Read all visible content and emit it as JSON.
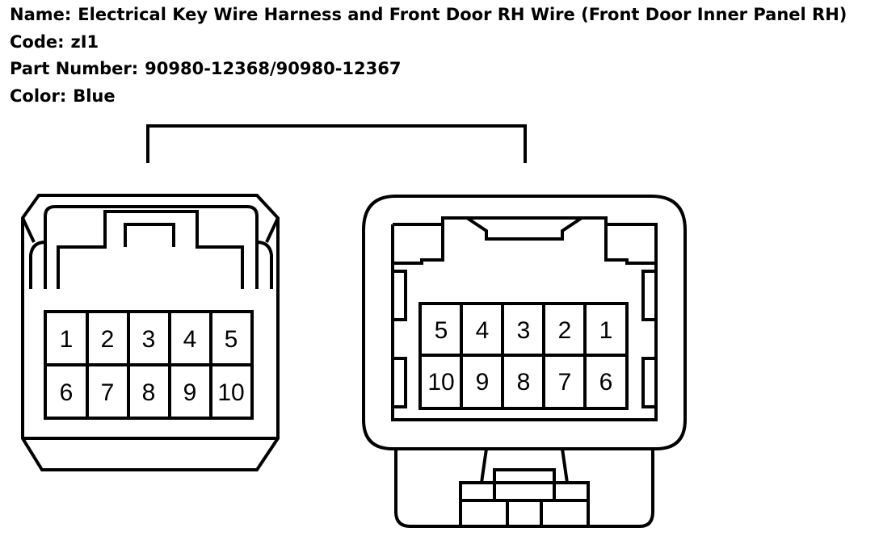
{
  "header": {
    "name_label": "Name:",
    "name_value": "Electrical Key Wire Harness and Front Door RH Wire (Front Door Inner Panel RH)",
    "code_label": "Code:",
    "code_value": "zI1",
    "part_label": "Part Number:",
    "part_value": "90980-12368/90980-12367",
    "color_label": "Color:",
    "color_value": "Blue"
  },
  "left_connector": {
    "pins": [
      "1",
      "2",
      "3",
      "4",
      "5",
      "6",
      "7",
      "8",
      "9",
      "10"
    ]
  },
  "right_connector": {
    "pins": [
      "5",
      "4",
      "3",
      "2",
      "1",
      "10",
      "9",
      "8",
      "7",
      "6"
    ]
  },
  "colors": {
    "line": "#000000",
    "background": "#ffffff"
  }
}
